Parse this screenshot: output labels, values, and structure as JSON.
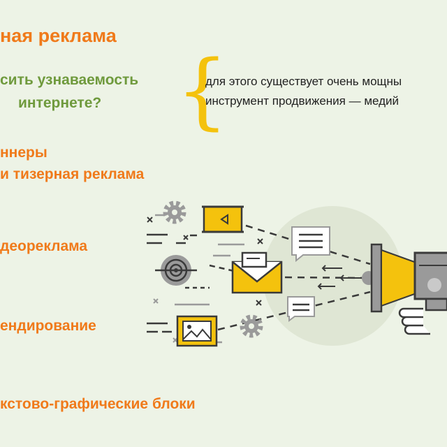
{
  "header": {
    "title": "ная реклама"
  },
  "question": {
    "line1": "сить узнаваемость",
    "line2": "интернете?"
  },
  "answer": {
    "line1": "для этого существует очень мощны",
    "line2": "инструмент продвижения — медий"
  },
  "ad_types": [
    {
      "line1": "ннеры",
      "line2": "и тизерная реклама"
    },
    {
      "line1": "деореклама"
    },
    {
      "line1": "ендирование"
    },
    {
      "line1": "кстово-графические блоки"
    }
  ],
  "colors": {
    "background": "#edf3e6",
    "accent_orange": "#f07a1a",
    "accent_green": "#6f9a3d",
    "accent_yellow": "#f4c20d",
    "illustration_dark": "#3a3a3a",
    "illustration_gray": "#9a9a9a"
  },
  "illustration": {
    "icons": [
      "gear-icon",
      "video-player-icon",
      "target-icon",
      "envelope-icon",
      "picture-icon",
      "megaphone-icon",
      "hand-icon",
      "chat-bubble-icon"
    ]
  }
}
